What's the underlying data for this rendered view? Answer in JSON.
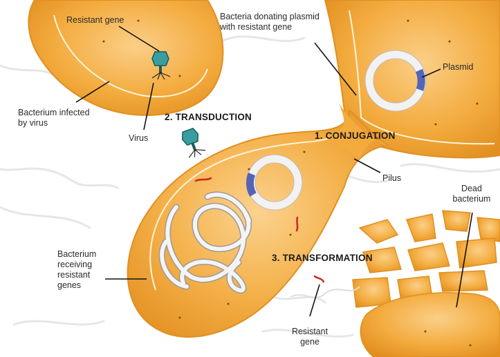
{
  "steps": {
    "conjugation": "1. CONJUGATION",
    "transduction": "2. TRANSDUCTION",
    "transformation": "3. TRANSFORMATION"
  },
  "labels": {
    "resistant_gene_top": "Resistant gene",
    "donor_bacteria": "Bacteria donating plasmid\nwith resistant gene",
    "plasmid": "Plasmid",
    "infected_bacterium": "Bacterium infected\nby virus",
    "virus": "Virus",
    "pilus": "Pilus",
    "dead_bacterium": "Dead\nbacterium",
    "receiving_bacterium": "Bacterium\nreceiving\nresistant\ngenes",
    "resistant_gene_bottom": "Resistant\ngene"
  },
  "colors": {
    "cell_fill": "#f3ab3e",
    "cell_edge": "#e08f22",
    "cell_highlight": "#fbd28f",
    "membrane_line": "#fff4dc",
    "plasmid_ring": "#f2f2f2",
    "plasmid_gene": "#5565b5",
    "virus_body": "#3a9ea0",
    "resistant_gene": "#c8291e",
    "dna_strand": "#f4f4f4",
    "leader_line": "#111111",
    "background_fibers": "#e6e6e6"
  }
}
